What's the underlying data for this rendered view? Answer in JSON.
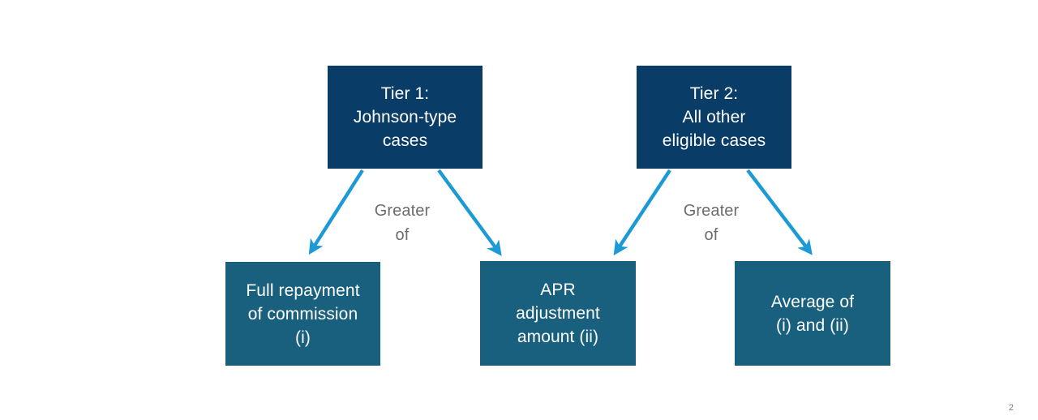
{
  "slide": {
    "background_color": "#ffffff",
    "page_number": "2"
  },
  "palette": {
    "tier_box": "#0a3c68",
    "outcome_box": "#19607f",
    "arrow": "#1b9ad6",
    "edge_label_text": "#6d6d6d",
    "box_text": "#ffffff"
  },
  "diagram": {
    "type": "flow",
    "tiers": [
      {
        "id": "tier-1",
        "label": "Tier 1:\nJohnson-type\ncases"
      },
      {
        "id": "tier-2",
        "label": "Tier 2:\nAll other\neligible cases"
      }
    ],
    "outcomes": [
      {
        "id": "outcome-full-repayment",
        "label": "Full repayment\nof commission\n(i)"
      },
      {
        "id": "outcome-apr-adjustment",
        "label": "APR\nadjustment\namount (ii)"
      },
      {
        "id": "outcome-average",
        "label": "Average of\n(i) and (ii)"
      }
    ],
    "edge_labels": [
      {
        "id": "greater-of-left",
        "label": "Greater\nof"
      },
      {
        "id": "greater-of-right",
        "label": "Greater\nof"
      }
    ],
    "connections": [
      {
        "from": "tier-1",
        "to": "outcome-full-repayment",
        "label": "Greater of"
      },
      {
        "from": "tier-1",
        "to": "outcome-apr-adjustment",
        "label": "Greater of"
      },
      {
        "from": "tier-2",
        "to": "outcome-apr-adjustment",
        "label": "Greater of"
      },
      {
        "from": "tier-2",
        "to": "outcome-average",
        "label": "Greater of"
      }
    ]
  }
}
